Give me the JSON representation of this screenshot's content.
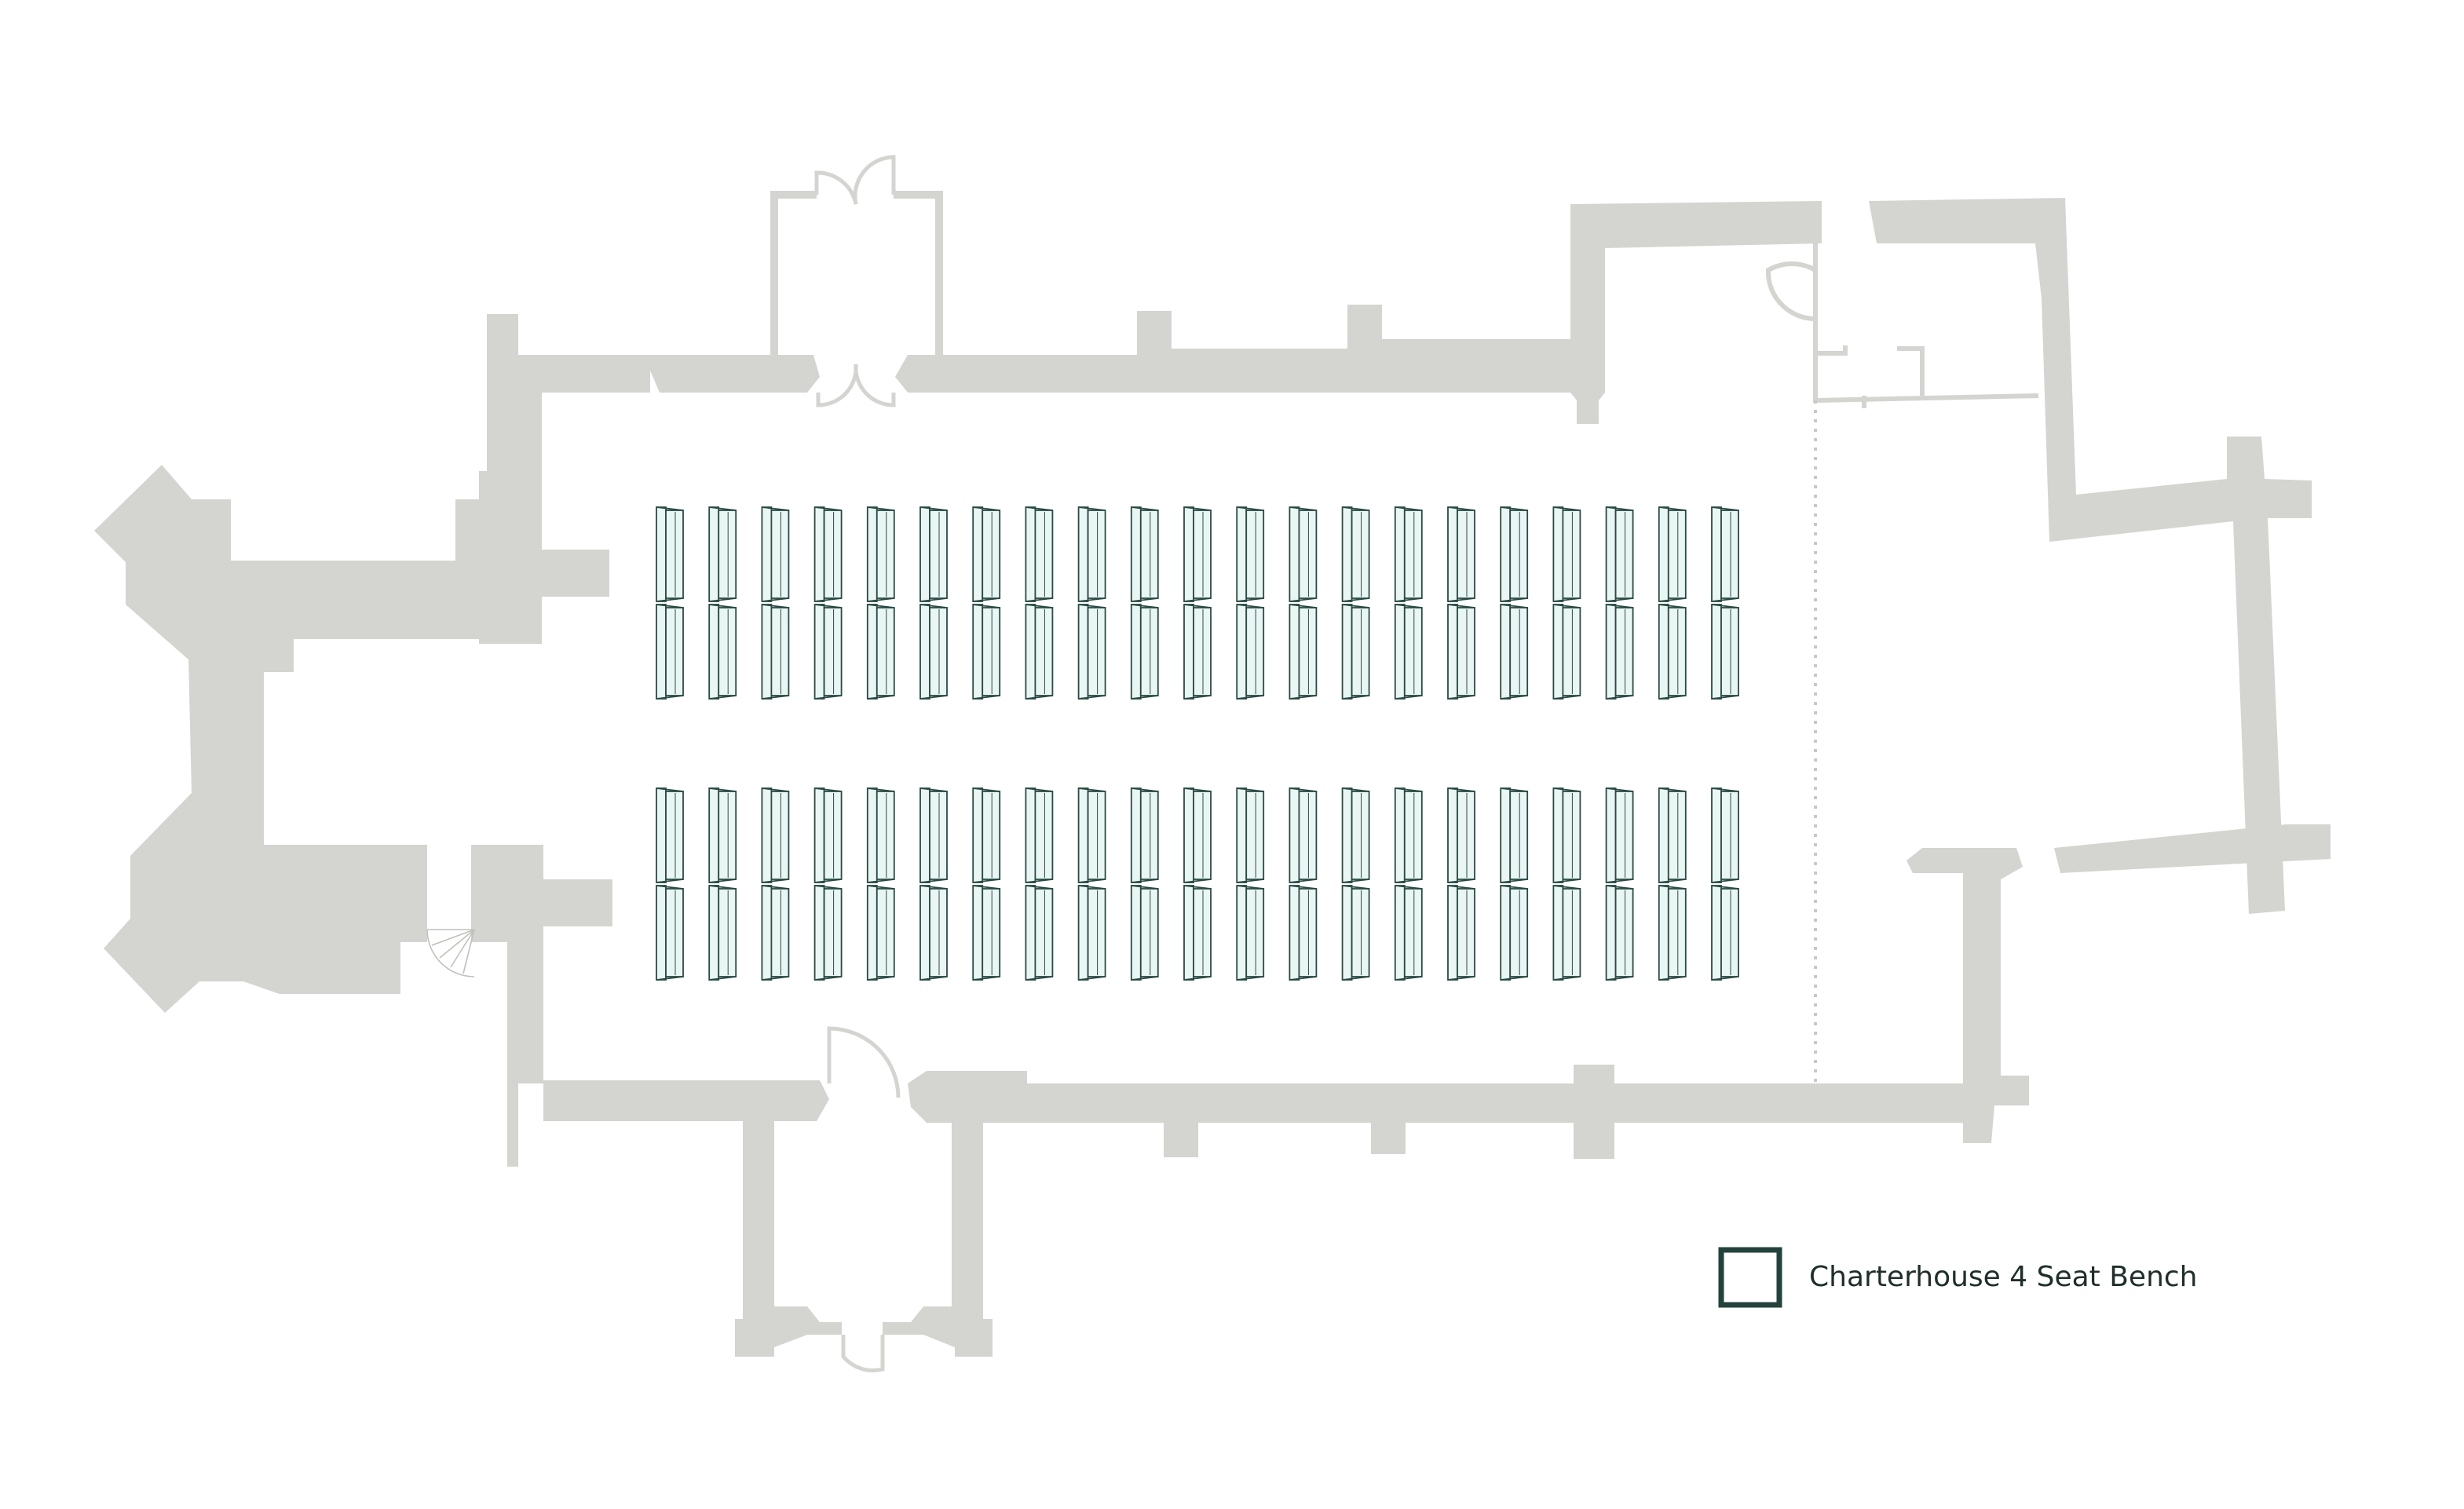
{
  "colors": {
    "wall": "#d4d4d0",
    "door_line": "#d4d4d0",
    "bench_stroke": "#2a4a44",
    "bench_fill": "#e9f6f3",
    "legend_stroke": "#23423c",
    "text": "#1f2e2b"
  },
  "seating": {
    "bench_name": "Charterhouse 4 Seat Bench",
    "columns_per_block": 21,
    "benches_per_column": 2,
    "blocks": 2
  },
  "legend": {
    "label": "Charterhouse 4 Seat Bench",
    "icon": "square-outline-icon"
  }
}
